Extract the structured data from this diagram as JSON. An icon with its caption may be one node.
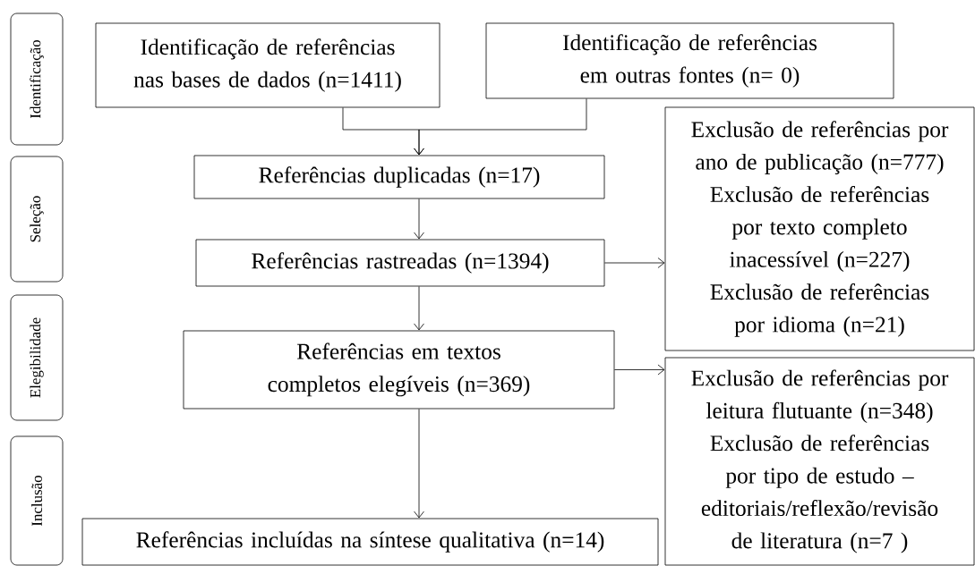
{
  "diagram": {
    "nodes": [
      {
        "text": [
          "Identificação"
        ]
      },
      {
        "text": [
          "Seleção"
        ]
      },
      {
        "text": [
          "Elegibilidade"
        ]
      },
      {
        "text": [
          "Inclusão"
        ]
      },
      {
        "text": [
          "Identificação de referências nas bases de dados (n=1411)"
        ]
      },
      {
        "text": [
          "Identificação de referências em outras fontes (n= 0)"
        ]
      },
      {
        "text": [
          "Referências duplicadas (n=17)"
        ]
      },
      {
        "text": [
          "Referências rastreadas (n=1394)"
        ]
      },
      {
        "text": [
          "Referências em textos completos elegíveis (n=369)"
        ]
      },
      {
        "text": [
          "Referências incluídas na síntese qualitativa (n=14)"
        ]
      },
      {
        "text": [
          "Exclusão de referências por ano de publicação (n=777)",
          "Exclusão de referências por texto completo inacessível (n=227)",
          "Exclusão de referências por idioma (n=21)"
        ]
      },
      {
        "text": [
          "Exclusão de referências por leitura flutuante (n=348)",
          "Exclusão de referências por tipo de estudo – editoriais/reflexão/revisão de literatura (n=7 )"
        ]
      }
    ],
    "edges": [
      {
        "from": 4,
        "to": 6,
        "arrow": "to"
      },
      {
        "from": 5,
        "to": 6,
        "arrow": "to"
      },
      {
        "from": 6,
        "to": 7,
        "arrow": "to"
      },
      {
        "from": 7,
        "to": 10,
        "arrow": "to"
      },
      {
        "from": 7,
        "to": 8,
        "arrow": "to"
      },
      {
        "from": 8,
        "to": 11,
        "arrow": "to"
      },
      {
        "from": 8,
        "to": 9,
        "arrow": "to"
      }
    ]
  }
}
